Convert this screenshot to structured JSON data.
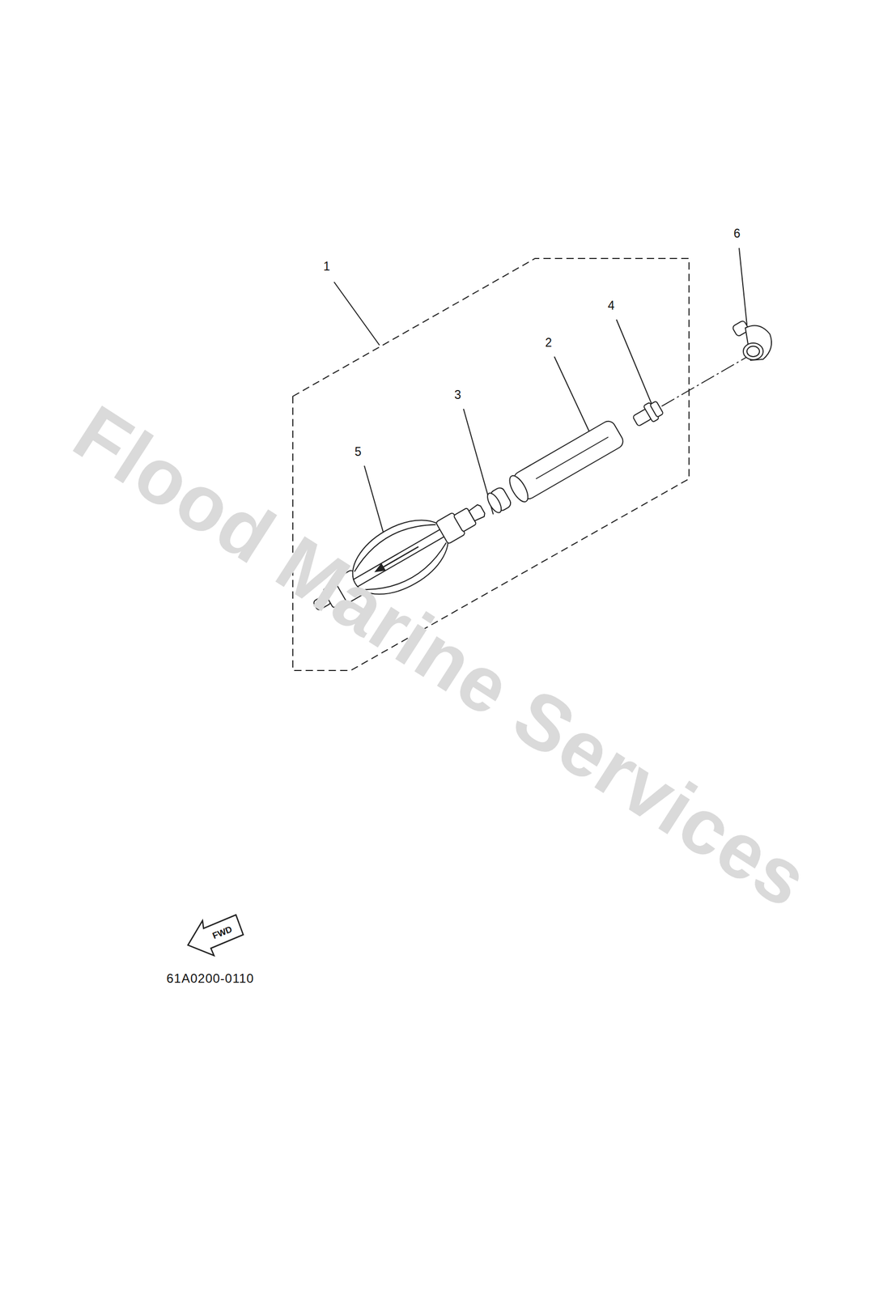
{
  "diagram": {
    "labels": [
      "1",
      "2",
      "3",
      "4",
      "5",
      "6",
      "FWD",
      "61A0200-0110",
      "Flood Marine Services"
    ]
  }
}
